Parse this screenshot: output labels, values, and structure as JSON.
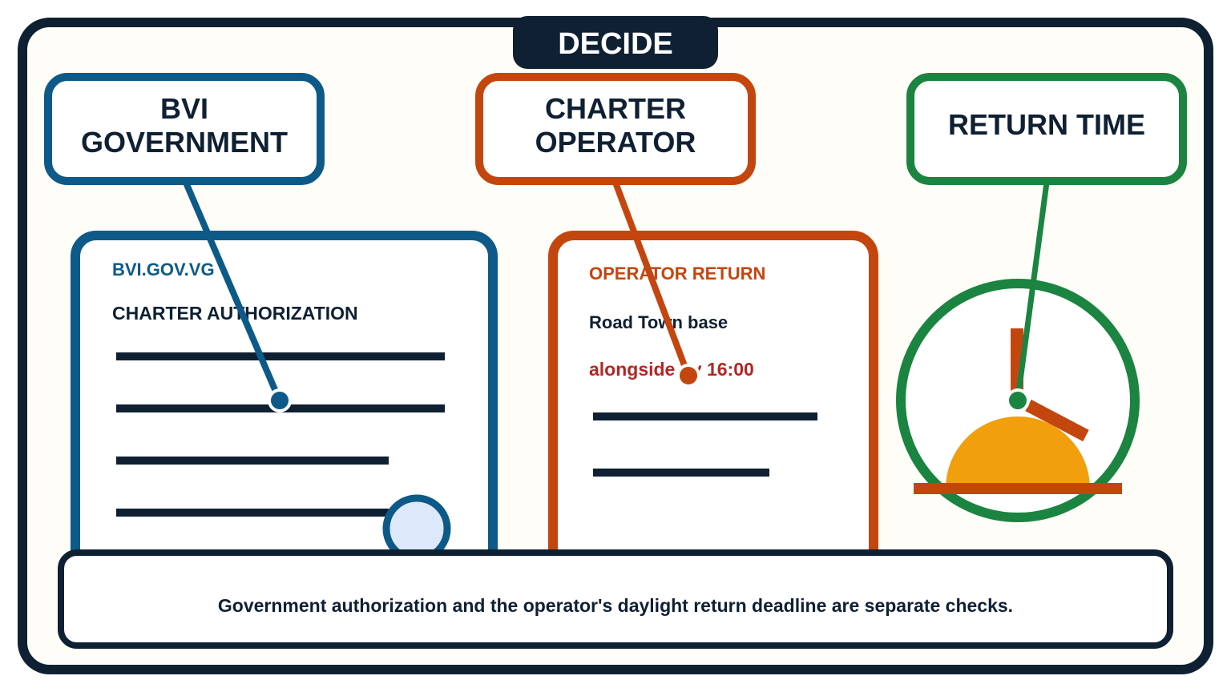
{
  "header": {
    "badge_label": "DECIDE"
  },
  "labels": {
    "government": {
      "line1": "BVI",
      "line2": "GOVERNMENT"
    },
    "operator": {
      "line1": "CHARTER",
      "line2": "OPERATOR"
    },
    "return_time": {
      "line1": "RETURN TIME"
    }
  },
  "authorization_document": {
    "site": "BVI.GOV.VG",
    "title": "CHARTER AUTHORIZATION"
  },
  "operator_document": {
    "title": "OPERATOR RETURN",
    "base": "Road Town base",
    "deadline": "alongside by 16:00"
  },
  "caption": {
    "text": "Government authorization and the operator's daylight return deadline are separate checks."
  },
  "colors": {
    "navy": "#0f2033",
    "government_blue": "#0d5a88",
    "operator_orange": "#c4460f",
    "return_green": "#1a8440",
    "deadline_red": "#b32626",
    "sun_yellow": "#f29f0e",
    "background": "#fefdf7",
    "seal_fill": "#dde9fb"
  }
}
